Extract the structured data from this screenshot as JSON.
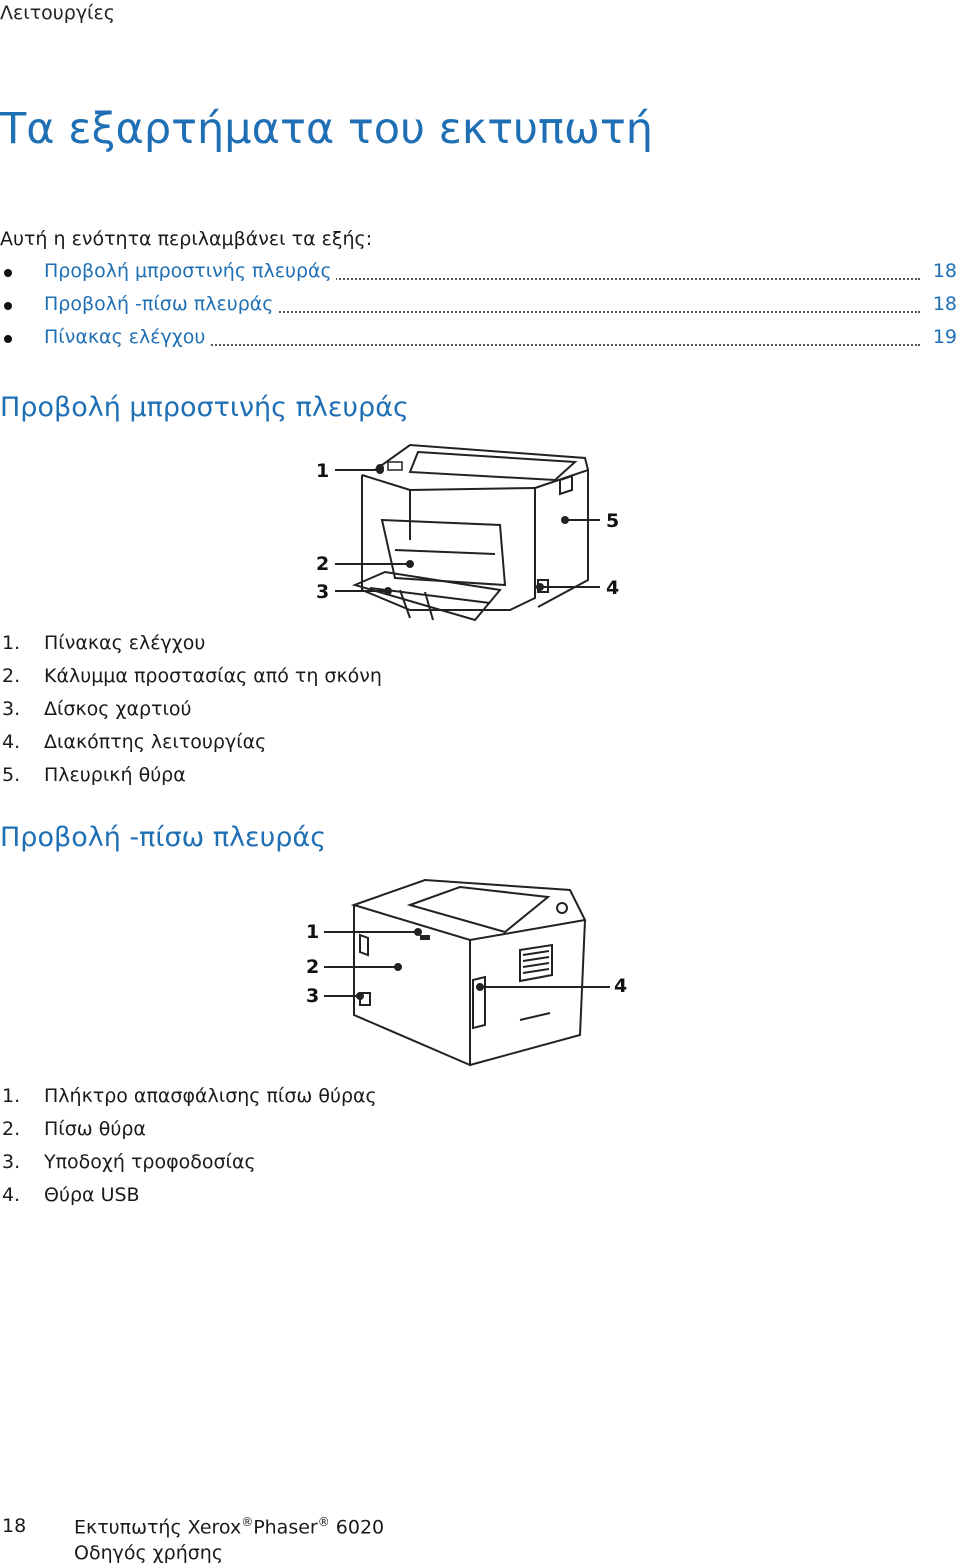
{
  "header": {
    "chapter": "Λειτουργίες"
  },
  "title": "Τα εξαρτήματα του εκτυπωτή",
  "intro": "Αυτή η ενότητα περιλαμβάνει τα εξής:",
  "toc": [
    {
      "label": "Προβολή μπροστινής πλευράς",
      "page": "18"
    },
    {
      "label": "Προβολή -πίσω πλευράς",
      "page": "18"
    },
    {
      "label": "Πίνακας ελέγχου",
      "page": "19"
    }
  ],
  "front": {
    "heading": "Προβολή μπροστινής πλευράς",
    "callouts": [
      "1",
      "2",
      "3",
      "4",
      "5"
    ],
    "legend": [
      {
        "num": "1.",
        "text": "Πίνακας ελέγχου"
      },
      {
        "num": "2.",
        "text": "Κάλυμμα προστασίας από τη σκόνη"
      },
      {
        "num": "3.",
        "text": "Δίσκος χαρτιού"
      },
      {
        "num": "4.",
        "text": "Διακόπτης λειτουργίας"
      },
      {
        "num": "5.",
        "text": "Πλευρική θύρα"
      }
    ]
  },
  "rear": {
    "heading": "Προβολή -πίσω πλευράς",
    "callouts": [
      "1",
      "2",
      "3",
      "4"
    ],
    "legend": [
      {
        "num": "1.",
        "text": "Πλήκτρο απασφάλισης πίσω θύρας"
      },
      {
        "num": "2.",
        "text": "Πίσω θύρα"
      },
      {
        "num": "3.",
        "text": "Υποδοχή τροφοδοσίας"
      },
      {
        "num": "4.",
        "text": "Θύρα USB"
      }
    ]
  },
  "footer": {
    "page_number": "18",
    "product_prefix": "Εκτυπωτής Xerox",
    "reg_mark": "®",
    "product_name": "Phaser",
    "model": "6020",
    "guide": "Οδηγός χρήσης"
  }
}
